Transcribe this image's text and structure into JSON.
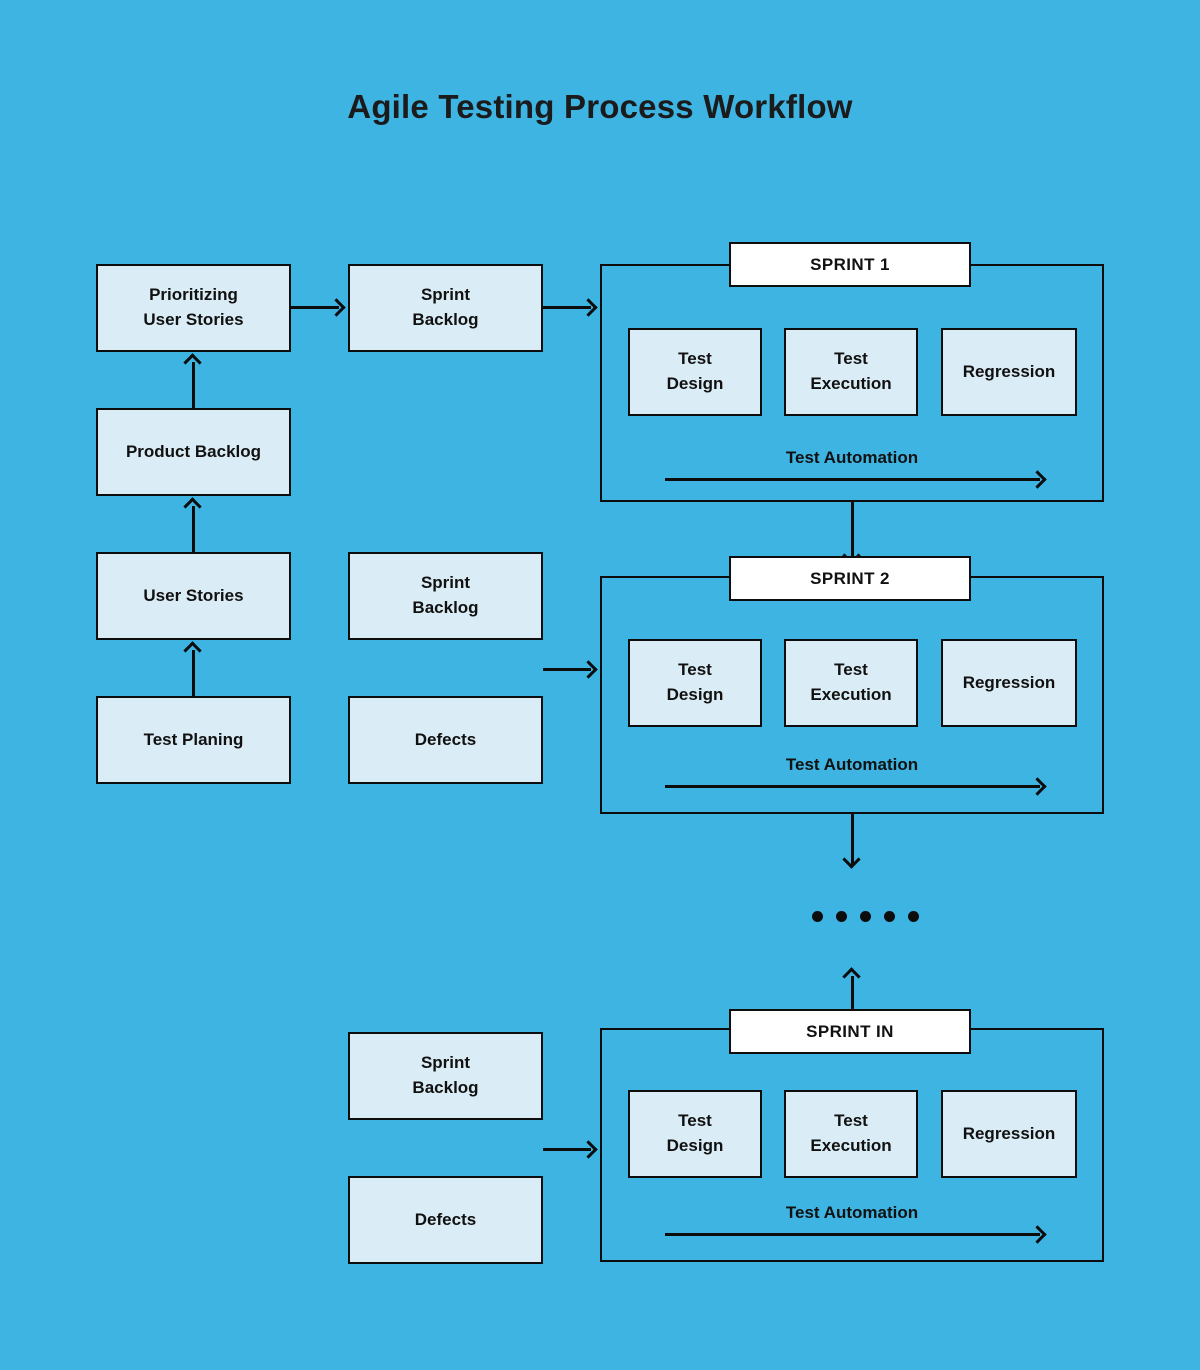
{
  "page": {
    "title": "Agile Testing Process Workflow",
    "background_color": "#3eb4e3",
    "box_fill_color": "#daecf5",
    "line_color": "#0d0d0d",
    "label_fill_color": "#ffffff"
  },
  "left_column": {
    "boxes": [
      {
        "label": "Prioritizing\nUser Stories"
      },
      {
        "label": "Product Backlog"
      },
      {
        "label": "User Stories"
      },
      {
        "label": "Test Planing"
      }
    ]
  },
  "middle_column": {
    "boxes": [
      {
        "label": "Sprint\nBacklog"
      },
      {
        "label": "Sprint\nBacklog"
      },
      {
        "label": "Defects"
      },
      {
        "label": "Sprint\nBacklog"
      },
      {
        "label": "Defects"
      }
    ]
  },
  "sprints": [
    {
      "label": "SPRINT 1",
      "stages": [
        "Test\nDesign",
        "Test\nExecution",
        "Regression"
      ],
      "automation_label": "Test Automation"
    },
    {
      "label": "SPRINT 2",
      "stages": [
        "Test\nDesign",
        "Test\nExecution",
        "Regression"
      ],
      "automation_label": "Test Automation"
    },
    {
      "label": "SPRINT IN",
      "stages": [
        "Test\nDesign",
        "Test\nExecution",
        "Regression"
      ],
      "automation_label": "Test Automation"
    }
  ],
  "ellipsis": {
    "dot_count": 5
  }
}
